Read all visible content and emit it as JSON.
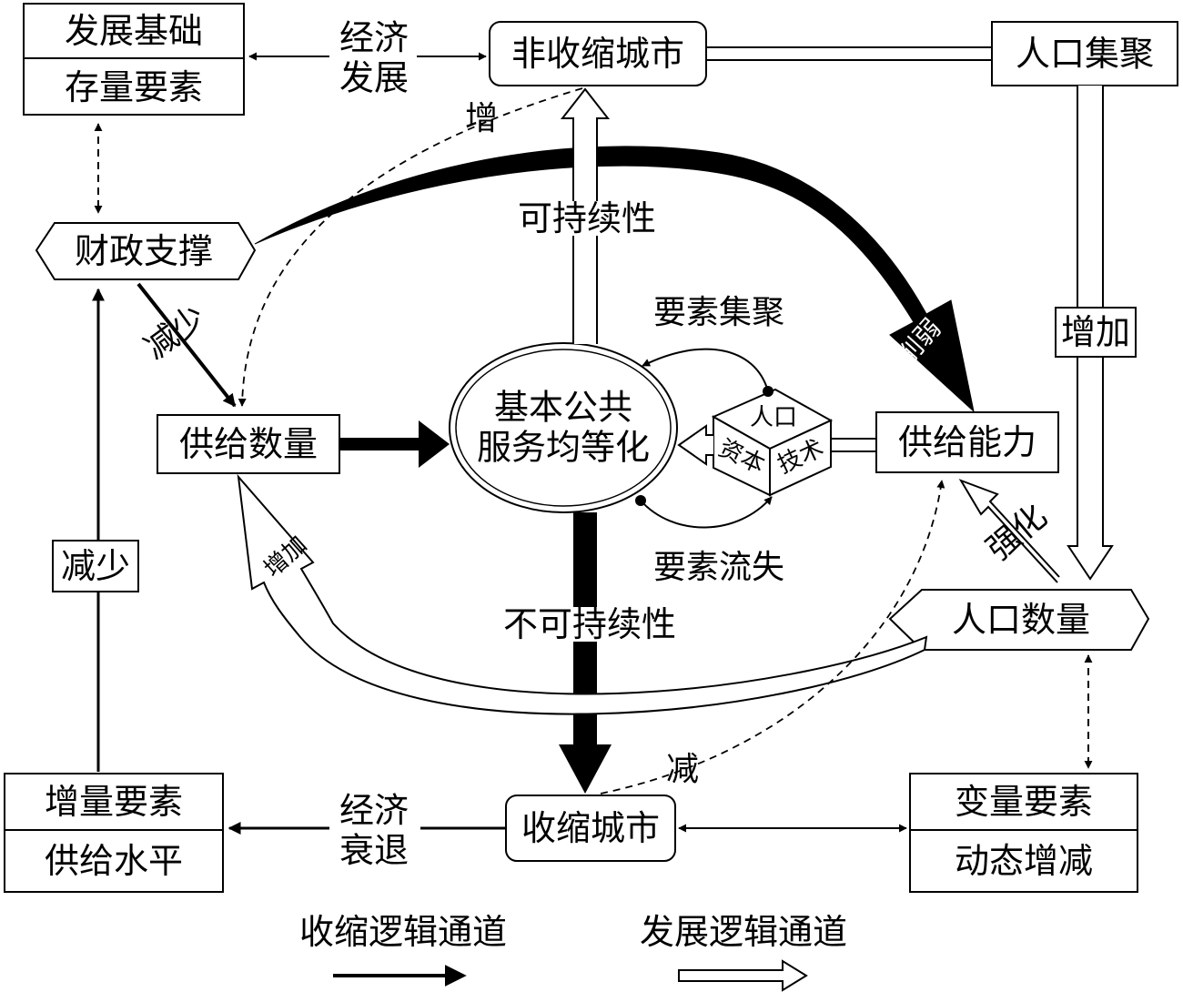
{
  "nodes": {
    "fazhan_jichu": "发展基础",
    "cunliang_yaosu": "存量要素",
    "fei_shousuo_chengshi": "非收缩城市",
    "renkou_jiju": "人口集聚",
    "caizheng_zhicheng": "财政支撑",
    "gongji_shuliang": "供给数量",
    "jiben_gonggong_line1": "基本公共",
    "jiben_gonggong_line2": "服务均等化",
    "gongji_nengli": "供给能力",
    "renkou_shuliang": "人口数量",
    "shousuo_chengshi": "收缩城市",
    "zengliang_yaosu": "增量要素",
    "gongji_shuiping": "供给水平",
    "bianliang_yaosu": "变量要素",
    "dongtai_zengjian": "动态增减",
    "cube_top": "人口",
    "cube_left": "资本",
    "cube_right": "技术"
  },
  "labels": {
    "jingji_fazhan_1": "经济",
    "jingji_fazhan_2": "发展",
    "jingji_shuaitui_1": "经济",
    "jingji_shuaitui_2": "衰退",
    "zeng": "增",
    "jian": "减",
    "kechixuxing": "可持续性",
    "bukechixuxing": "不可持续性",
    "yaosu_jiju": "要素集聚",
    "yaosu_liushi": "要素流失",
    "xueruo": "削弱",
    "jianshao_diag": "减少",
    "jianshao_box": "减少",
    "zengjia_box": "增加",
    "zengjia_arrow": "增加",
    "qianghua": "强化"
  },
  "legend": {
    "shrink_channel": "收缩逻辑通道",
    "develop_channel": "发展逻辑通道"
  }
}
